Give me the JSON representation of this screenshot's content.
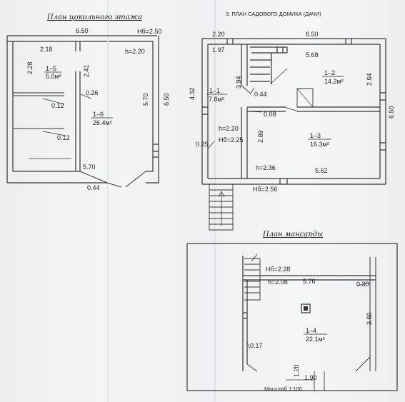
{
  "titles": {
    "basement": "План цокольного этажа",
    "main": "3. ПЛАН САДОВОГО ДОМИКА (ДАЧИ)",
    "attic": "План мансарды"
  },
  "basement": {
    "dim_top": "6.50",
    "h_top": "Hб=2.50",
    "dim_218": "2.18",
    "h_inner": "h=2.20",
    "dim_228": "2.28",
    "dim_241": "2.41",
    "dim_570v": "5.70",
    "dim_650v": "6.50",
    "room15": {
      "id": "1–5",
      "area": "5.0м²"
    },
    "dim_026": "0.26",
    "dim_012": "0.12",
    "room16": {
      "id": "1–6",
      "area": "26.4м²"
    },
    "dim_570h": "5.70",
    "dim_044": "0.44"
  },
  "main": {
    "dim_220": "2.20",
    "dim_650h": "6.50",
    "dim_197": "1.97",
    "dim_568": "5.68",
    "dim_432": "4.32",
    "dim_394": "3.94",
    "dim_264": "2.64",
    "dim_650v": "6.50",
    "room12": {
      "id": "1–2",
      "area": "14.2м²"
    },
    "room11": {
      "id": "1–1",
      "area": "7.8м²"
    },
    "dim_044": "0.44",
    "dim_008": "0.08",
    "h_220": "h=2.20",
    "h_225": "Hб=2.25",
    "dim_289": "2.89",
    "room13": {
      "id": "1–3",
      "area": "16.3м²"
    },
    "dim_025": "0.25",
    "h_236": "h=2.36",
    "dim_562": "5.62",
    "h_256": "Hб=2.56"
  },
  "attic": {
    "h_228": "Hб=2.28",
    "h_208": "h=2.08",
    "dim_576": "5.76",
    "dim_030": "0.30",
    "dim_360": "3.60",
    "room14": {
      "id": "1–4",
      "area": "22.1м²"
    },
    "dim_017": "0.17",
    "dim_120": "1.20",
    "dim_190": "1.90",
    "scale": "Масштаб 1:100"
  }
}
